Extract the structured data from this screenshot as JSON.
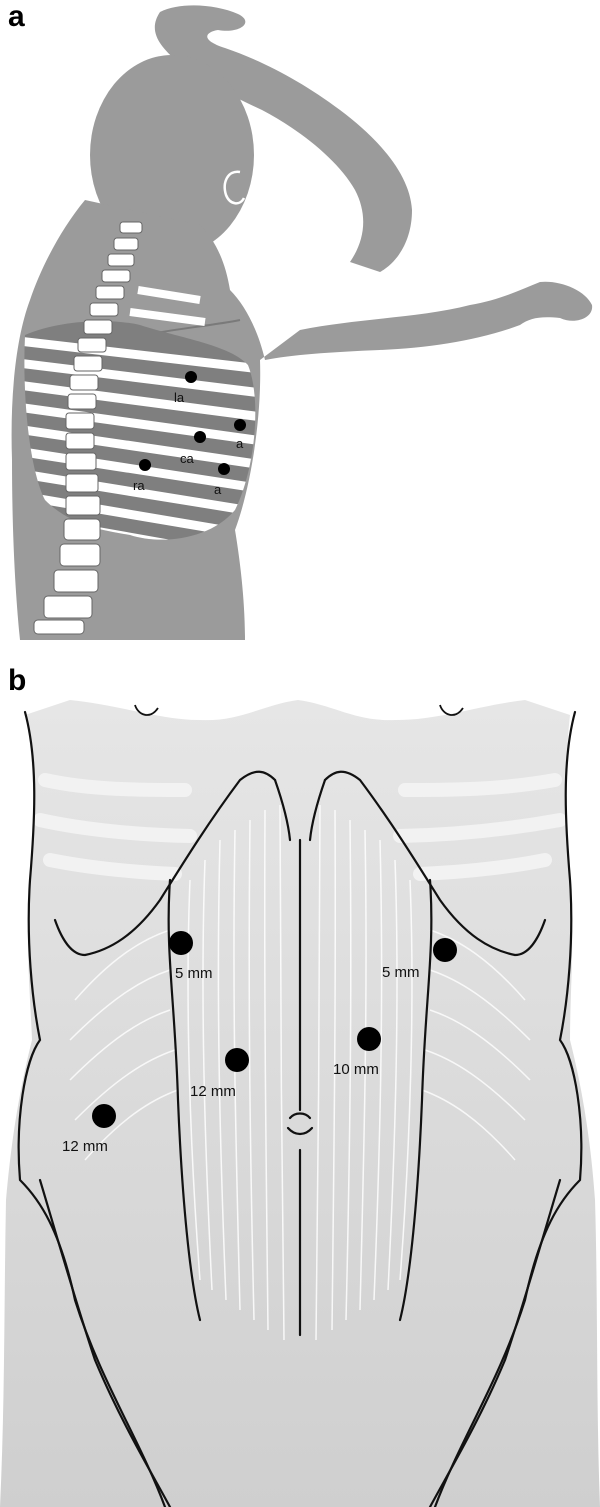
{
  "panel_a": {
    "letter": "a",
    "ports": [
      {
        "id": "la",
        "label": "la"
      },
      {
        "id": "a1",
        "label": "a"
      },
      {
        "id": "ca",
        "label": "ca"
      },
      {
        "id": "ra",
        "label": "ra"
      },
      {
        "id": "a2",
        "label": "a"
      }
    ]
  },
  "panel_b": {
    "letter": "b",
    "ports": [
      {
        "id": "p1",
        "label": "5 mm"
      },
      {
        "id": "p2",
        "label": "5 mm"
      },
      {
        "id": "p3",
        "label": "12 mm"
      },
      {
        "id": "p4",
        "label": "10 mm"
      },
      {
        "id": "p5",
        "label": "12 mm"
      }
    ]
  },
  "colors": {
    "silhouette": "#9b9b9b",
    "rib_band": "#7f7f7f",
    "torso_fill": "#d4d4d4",
    "port_dot": "#000000"
  }
}
